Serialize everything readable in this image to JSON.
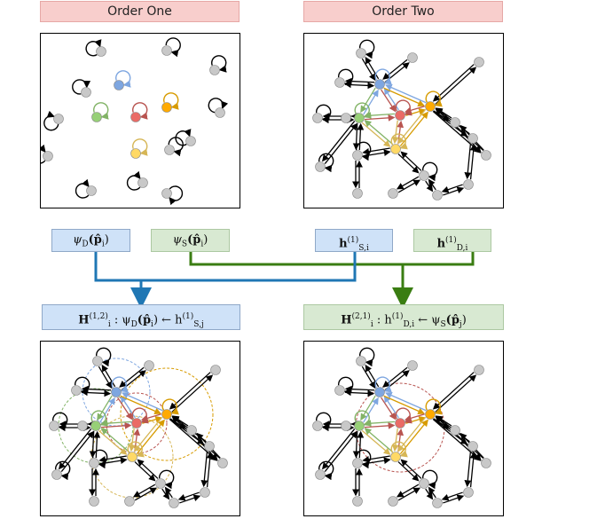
{
  "titles": {
    "order_one": "Order One",
    "order_two": "Order Two"
  },
  "inputs": {
    "psi_d": {
      "sym": "ψ",
      "sub": "D",
      "arg": "(p̂",
      "arg_sub": "i",
      "close": ")"
    },
    "psi_s": {
      "sym": "ψ",
      "sub": "S",
      "arg": "(p̂",
      "arg_sub": "i",
      "close": ")"
    },
    "h_s": {
      "sym": "h",
      "sup": "(1)",
      "sub": "S,i"
    },
    "h_d": {
      "sym": "h",
      "sup": "(1)",
      "sub": "D,i"
    }
  },
  "outputs": {
    "left": {
      "H": "H",
      "H_sub": "i",
      "H_sup": "(1,2)",
      "mid": " : ψ",
      "mid_sub": "D",
      "mid2": "(p̂",
      "mid2_sub": "i",
      "arrow": ") ← h",
      "tail_sup": "(1)",
      "tail_sub": "S,j",
      "end": ""
    },
    "right": {
      "H": "H",
      "H_sub": "i",
      "H_sup": "(2,1)",
      "mid": " : h",
      "mid_sup": "(1)",
      "mid_sub": "D,i",
      "arrow": " ← ψ",
      "tail_sub": "S",
      "tail2": "(p̂",
      "tail2_sub": "j",
      "end": ")"
    }
  },
  "colors": {
    "blue": "#1f77b4",
    "green": "#3a7d12",
    "node_blue": "#7ea6e0",
    "node_red": "#ea6b66",
    "node_orange": "#ffaa00",
    "node_green": "#97d077",
    "node_yellow": "#ffd966",
    "node_grey": "#c8c8c8"
  }
}
